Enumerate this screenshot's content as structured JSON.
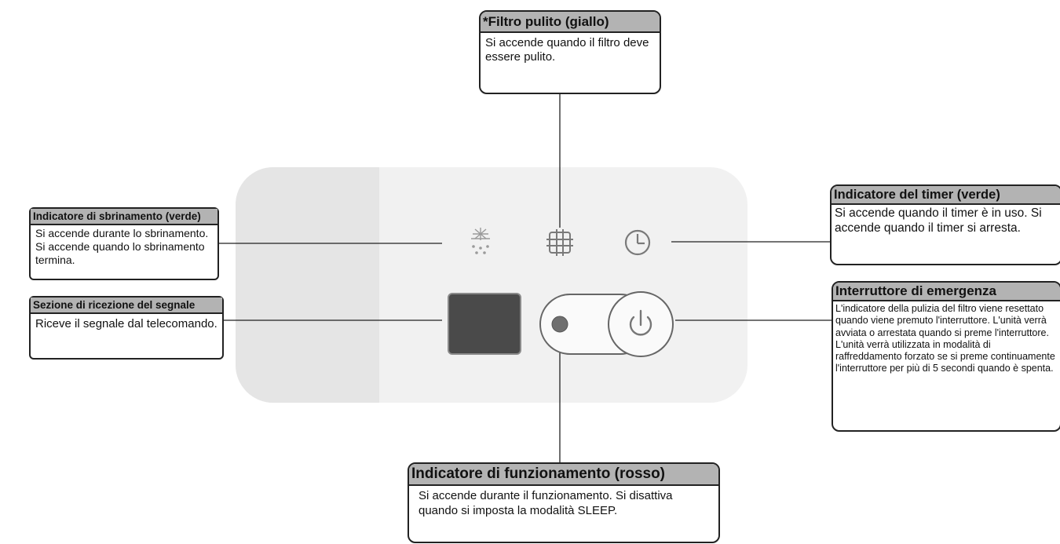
{
  "callouts": {
    "filter_clean": {
      "title": "*Filtro pulito (giallo)",
      "text": "Si accende quando il filtro deve essere pulito."
    },
    "defrost": {
      "title": "Indicatore di sbrinamento (verde)",
      "text": "Si accende durante lo sbrinamento. Si accende quando lo sbrinamento termina."
    },
    "signal": {
      "title": "Sezione di ricezione del segnale",
      "text": "Riceve il segnale dal telecomando."
    },
    "timer": {
      "title": "Indicatore del timer (verde)",
      "text": "Si accende quando il timer è in uso. Si accende quando il timer si arresta."
    },
    "emergency": {
      "title": "Interruttore di emergenza",
      "text": "L'indicatore della pulizia del filtro viene resettato quando viene premuto l'interruttore. L'unità verrà avviata o arrestata quando si preme l'interruttore. L'unità verrà utilizzata in modalità di raffreddamento forzato se si preme continuamente l'interruttore per più di 5 secondi quando è spenta."
    },
    "operation": {
      "title": "Indicatore di funzionamento (rosso)",
      "text": "Si accende durante il funzionamento. Si disattiva quando si imposta la modalità SLEEP."
    }
  },
  "icons": {
    "defrost": "snowflake-drops-icon",
    "filter": "grid-filter-icon",
    "timer": "clock-icon",
    "power": "power-icon",
    "operation_led": "led-dot"
  },
  "colors": {
    "header_bg": "#b3b3b3",
    "panel_bg": "#f1f1f1",
    "sensor": "#4a4a4a",
    "led": "#6f6f6f"
  }
}
